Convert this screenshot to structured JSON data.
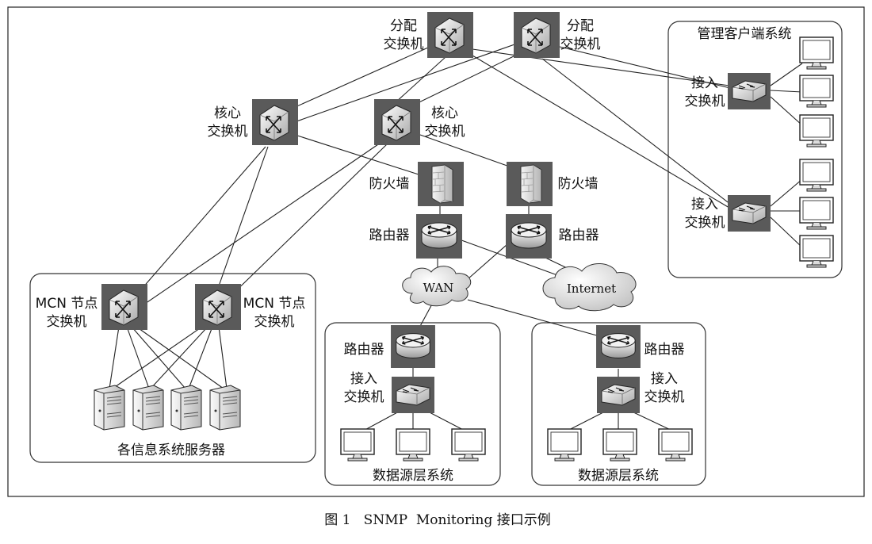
{
  "labels": {
    "dist_switch_left": [
      "分配",
      "交换机"
    ],
    "dist_switch_right": [
      "分配",
      "交换机"
    ],
    "core_switch_left": [
      "核心",
      "交换机"
    ],
    "core_switch_right": [
      "核心",
      "交换机"
    ],
    "firewall_left": "防火墙",
    "firewall_right": "防火墙",
    "router_left": "路由器",
    "router_right": "路由器",
    "wan": "WAN",
    "internet": "Internet",
    "mgmt_group_title": "管理客户端系统",
    "mgmt_access_top": [
      "接入",
      "交换机"
    ],
    "mgmt_access_bottom": [
      "接入",
      "交换机"
    ],
    "mcn_left": [
      "MCN 节点",
      "交换机"
    ],
    "mcn_right": [
      "MCN 节点",
      "交换机"
    ],
    "servers_group_title": "各信息系统服务器",
    "ds1_router": "路由器",
    "ds1_access": [
      "接入",
      "交换机"
    ],
    "ds1_title": "数据源层系统",
    "ds2_router": "路由器",
    "ds2_access": [
      "接入",
      "交换机"
    ],
    "ds2_title": "数据源层系统"
  },
  "caption": "图 1   SNMP  Monitoring 接口示例"
}
